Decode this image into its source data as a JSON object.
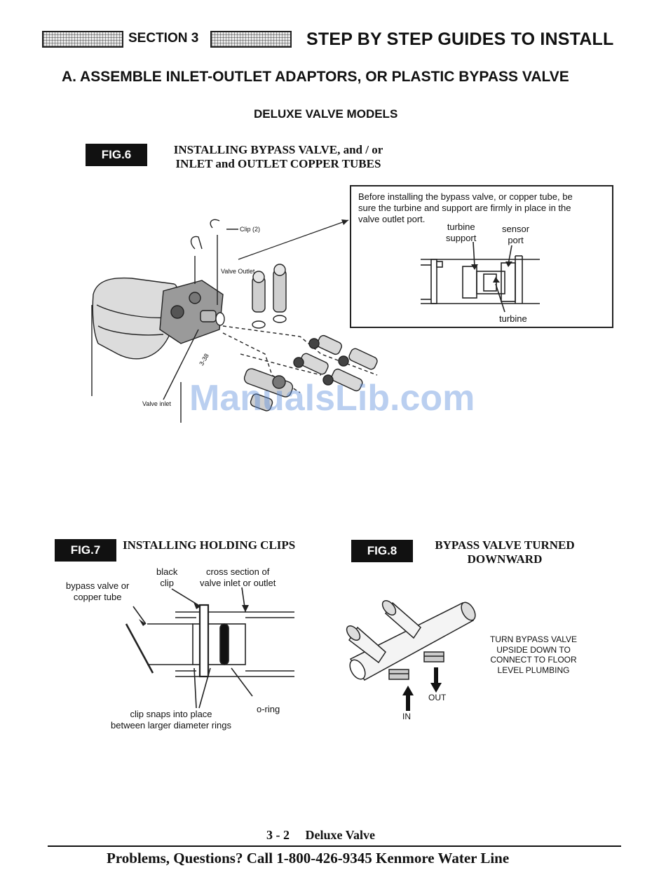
{
  "header": {
    "section_label": "SECTION 3",
    "title": "STEP BY STEP GUIDES TO INSTALL"
  },
  "subtitle": "A. ASSEMBLE INLET-OUTLET ADAPTORS, OR PLASTIC BYPASS VALVE",
  "models_heading": "DELUXE VALVE MODELS",
  "fig6": {
    "badge": "FIG.6",
    "caption_line1": "INSTALLING BYPASS VALVE, and / or",
    "caption_line2": "INLET and OUTLET COPPER TUBES",
    "note_line1": "Before installing the bypass valve, or copper tube, be",
    "note_line2": "sure the turbine and support are firmly in place in the",
    "note_line3": "valve outlet port.",
    "label_turbine_support_1": "turbine",
    "label_turbine_support_2": "support",
    "label_sensor_port_1": "sensor",
    "label_sensor_port_2": "port",
    "label_turbine": "turbine",
    "label_clip": "Clip (2)",
    "label_valve_outlet": "Valve Outlet",
    "label_valve_inlet": "Valve inlet",
    "label_ref": "3-38"
  },
  "watermark": "ManualsLib.com",
  "fig7": {
    "badge": "FIG.7",
    "caption": "INSTALLING HOLDING CLIPS",
    "label_black_clip_1": "black",
    "label_black_clip_2": "clip",
    "label_cross_section_1": "cross section of",
    "label_cross_section_2": "valve inlet or outlet",
    "label_bypass_1": "bypass valve or",
    "label_bypass_2": "copper tube",
    "label_snap_1": "clip snaps into place",
    "label_snap_2": "between larger diameter rings",
    "label_oring": "o-ring"
  },
  "fig8": {
    "badge": "FIG.8",
    "caption_line1": "BYPASS VALVE TURNED",
    "caption_line2": "DOWNWARD",
    "note_line1": "TURN BYPASS VALVE",
    "note_line2": "UPSIDE DOWN TO",
    "note_line3": "CONNECT TO FLOOR",
    "note_line4": "LEVEL PLUMBING",
    "label_out": "OUT",
    "label_in": "IN"
  },
  "footer": {
    "page_ref": "3 - 2     Deluxe Valve",
    "contact": "Problems, Questions? Call 1-800-426-9345 Kenmore Water Line"
  }
}
